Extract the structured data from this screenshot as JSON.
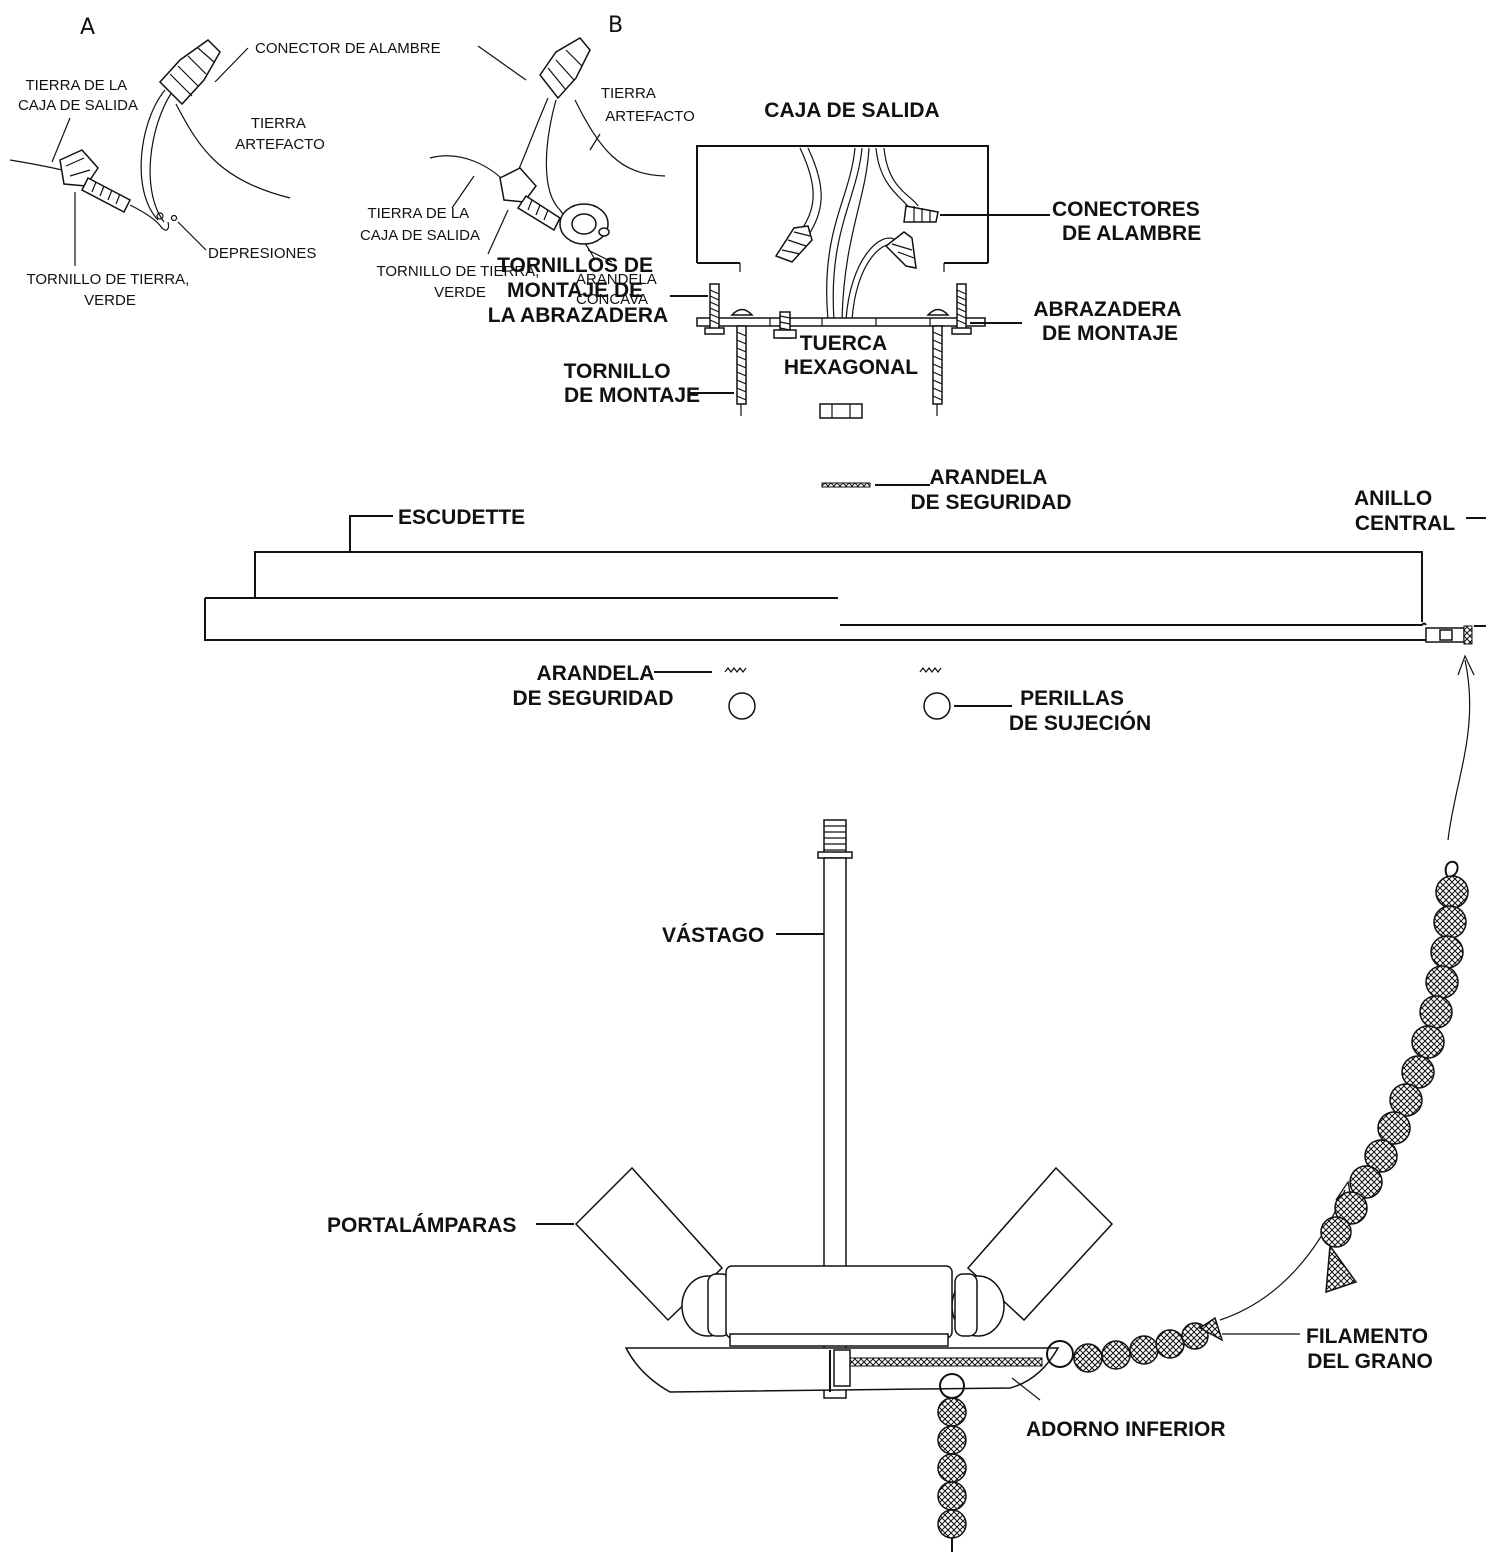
{
  "panels": {
    "a": "A",
    "b": "B"
  },
  "labels": {
    "a_outlet_ground": [
      "TIERRA DE LA",
      "CAJA DE SALIDA"
    ],
    "wire_connector": "CONECTOR DE ALAMBRE",
    "a_fixture_ground": [
      "TIERRA",
      "ARTEFACTO"
    ],
    "a_ground_screw": [
      "TORNILLO DE TIERRA,",
      "VERDE"
    ],
    "depressions": "DEPRESIONES",
    "b_fixture_ground": [
      "TIERRA",
      "ARTEFACTO"
    ],
    "b_outlet_ground": [
      "TIERRA DE LA",
      "CAJA DE SALIDA"
    ],
    "b_ground_screw": [
      "TORNILLO DE TIERRA,",
      "VERDE"
    ],
    "cup_washer": [
      "ARANDELA",
      "CONCAVA"
    ],
    "outlet_box": "CAJA DE SALIDA",
    "wire_connectors": [
      "CONECTORES",
      "DE ALAMBRE"
    ],
    "strap_screws": [
      "TORNILLOS DE",
      "MONTAJE DE",
      "LA ABRAZADERA"
    ],
    "mounting_strap": [
      "ABRAZADERA",
      "DE MONTAJE"
    ],
    "hex_nut": [
      "TUERCA",
      "HEXAGONAL"
    ],
    "mounting_screw": [
      "TORNILLO",
      "DE MONTAJE"
    ],
    "lock_washer_top": [
      "ARANDELA",
      "DE SEGURIDAD"
    ],
    "escudette": "ESCUDETTE",
    "center_ring": [
      "ANILLO",
      "CENTRAL"
    ],
    "lock_washer_bottom": [
      "ARANDELA",
      "DE SEGURIDAD"
    ],
    "knobs": [
      "PERILLAS",
      "DE SUJECIÓN"
    ],
    "stem": "VÁSTAGO",
    "sockets": "PORTALÁMPARAS",
    "bead_strand": [
      "FILAMENTO",
      "DEL GRANO"
    ],
    "bottom_trim": "ADORNO INFERIOR"
  }
}
